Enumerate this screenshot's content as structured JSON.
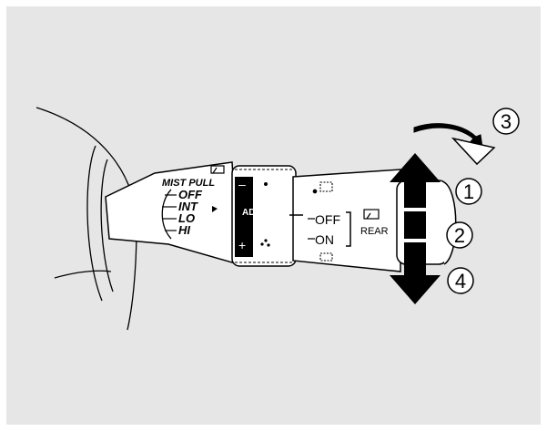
{
  "colors": {
    "background": "#e6e6e6",
    "lever": "#ffffff",
    "ink": "#000000"
  },
  "mist_pull_label": "MIST PULL",
  "front_positions": [
    "OFF",
    "INT",
    "LO",
    "HI"
  ],
  "adj_label": "ADJ",
  "adj_minus": "–",
  "adj_plus": "+",
  "rear_positions": [
    "OFF",
    "ON"
  ],
  "rear_label": "REAR",
  "callouts": [
    "1",
    "2",
    "3",
    "4"
  ],
  "icons": [
    "front-wiper-icon",
    "rear-wiper-icon",
    "washer-icon",
    "up-down-arrow-icon",
    "rotate-arrow-icon"
  ]
}
